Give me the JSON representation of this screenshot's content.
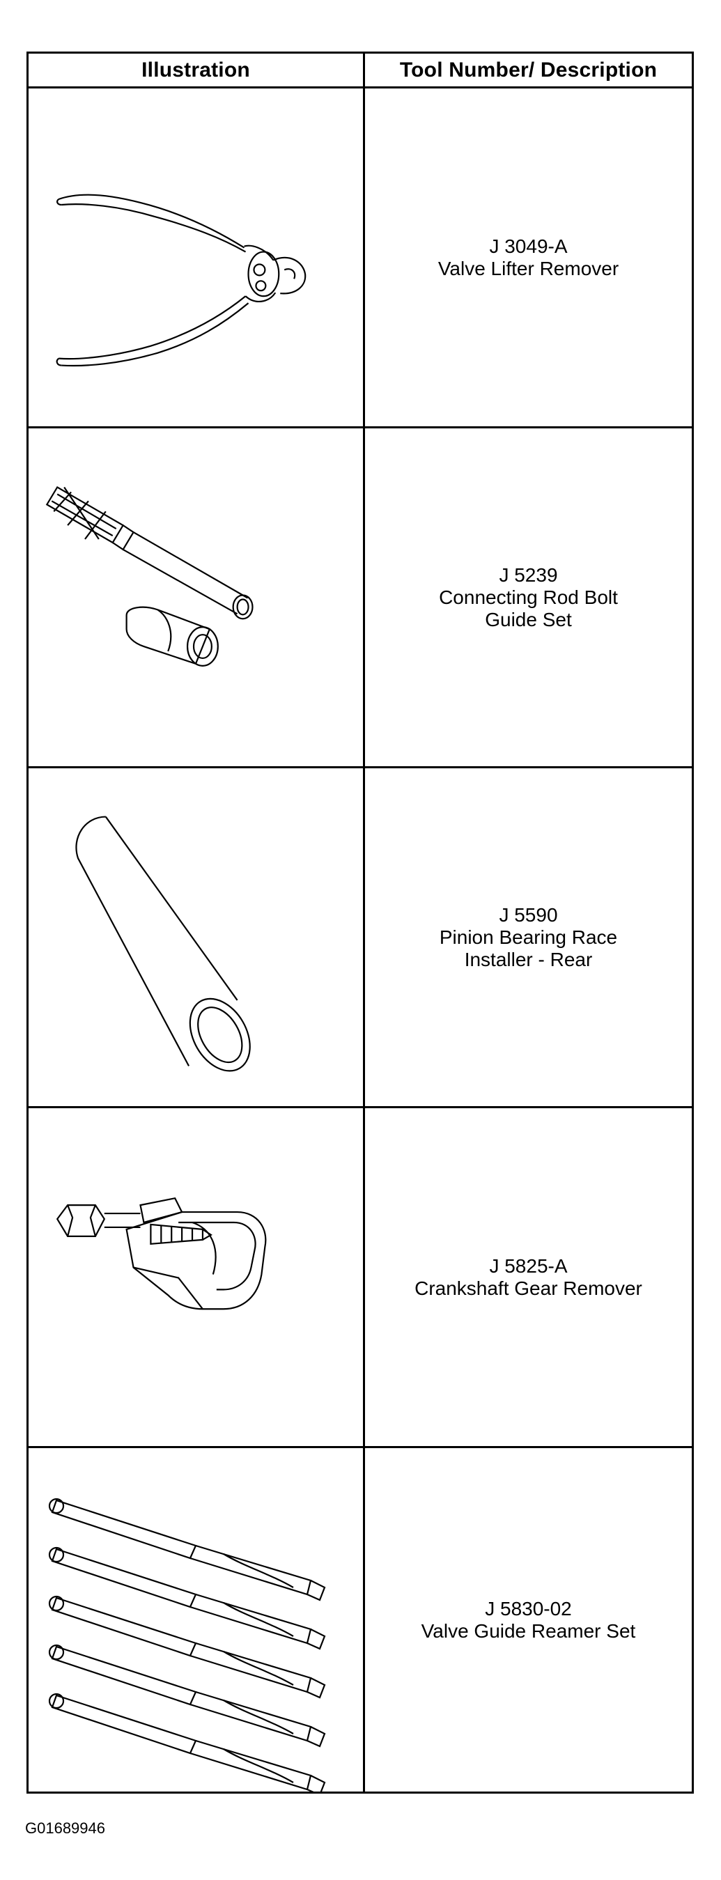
{
  "table": {
    "header": {
      "illustration": "Illustration",
      "tool": "Tool Number/ Description"
    },
    "rows": [
      {
        "number": "J 3049-A",
        "description": "Valve Lifter Remover",
        "icon": "pliers-icon"
      },
      {
        "number": "J 5239",
        "description": "Connecting Rod Bolt\nGuide Set",
        "icon": "rod-guide-icon"
      },
      {
        "number": "J 5590",
        "description": "Pinion Bearing Race\nInstaller - Rear",
        "icon": "tube-installer-icon"
      },
      {
        "number": "J 5825-A",
        "description": "Crankshaft Gear Remover",
        "icon": "gear-puller-icon"
      },
      {
        "number": "J 5830-02",
        "description": "Valve Guide Reamer Set",
        "icon": "reamer-set-icon"
      }
    ]
  },
  "figure_id": "G01689946"
}
